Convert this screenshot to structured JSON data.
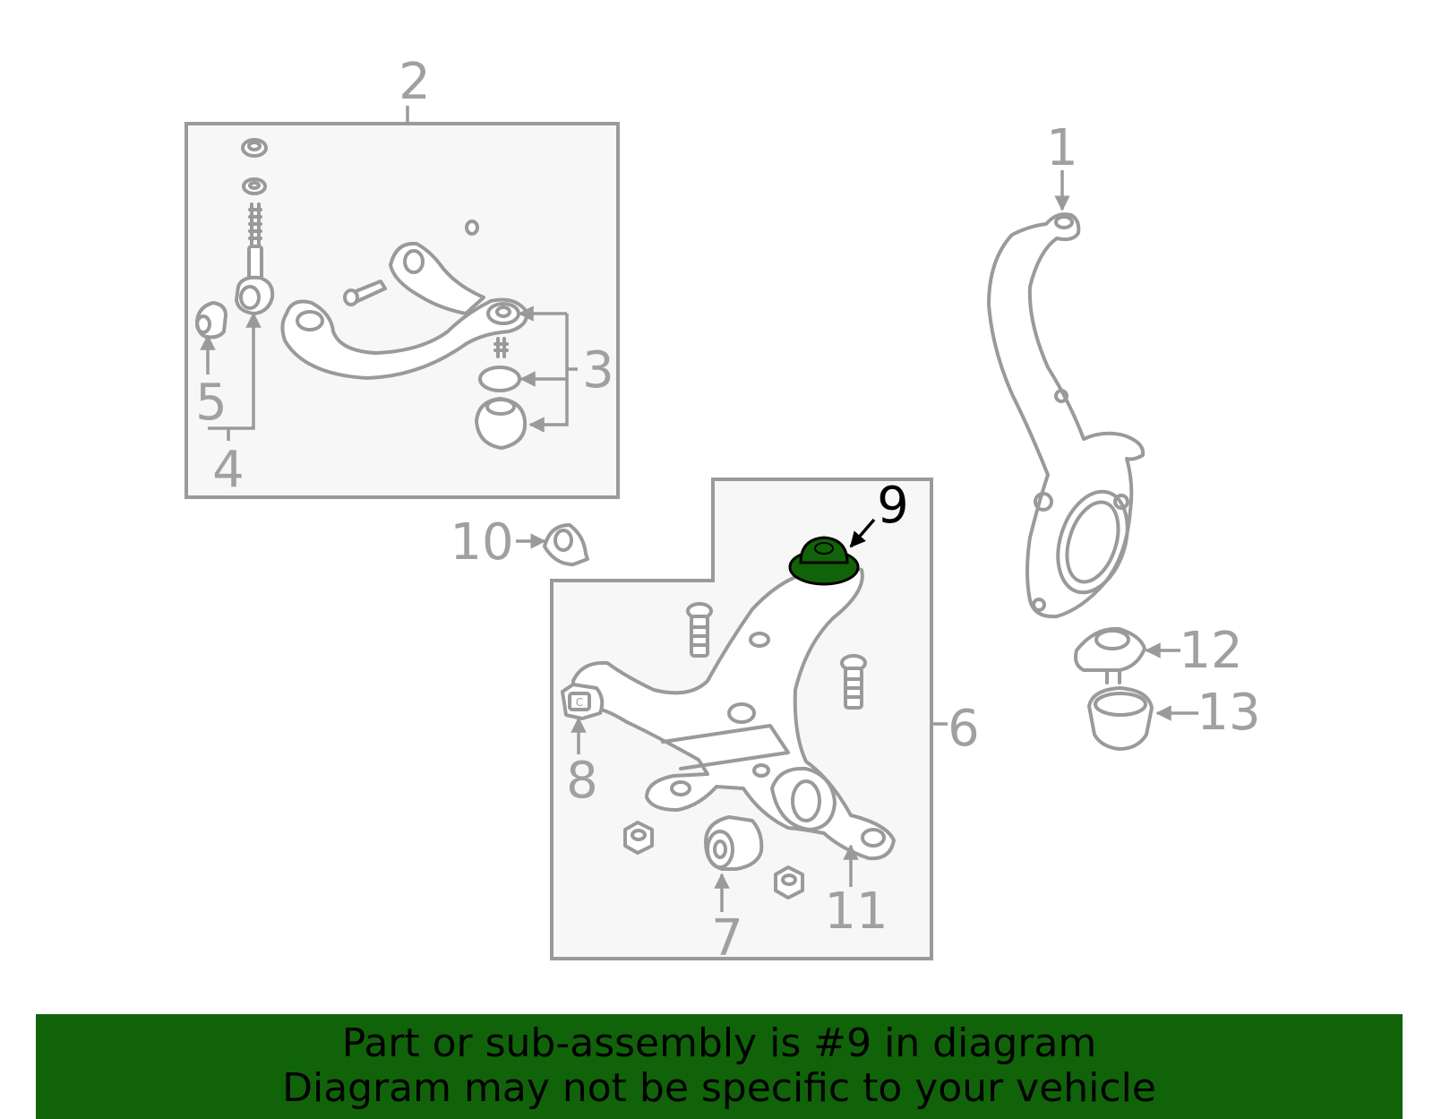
{
  "labels": {
    "l1": "1",
    "l2": "2",
    "l3": "3",
    "l4": "4",
    "l5": "5",
    "l6": "6",
    "l7": "7",
    "l8": "8",
    "l9": "9",
    "l10": "10",
    "l11": "11",
    "l12": "12",
    "l13": "13"
  },
  "highlighted_part": "9",
  "highlight_color": "#116309",
  "banner": {
    "line1": "Part or sub-assembly is #9 in diagram",
    "line2": "Diagram may not be specific to your vehicle"
  }
}
